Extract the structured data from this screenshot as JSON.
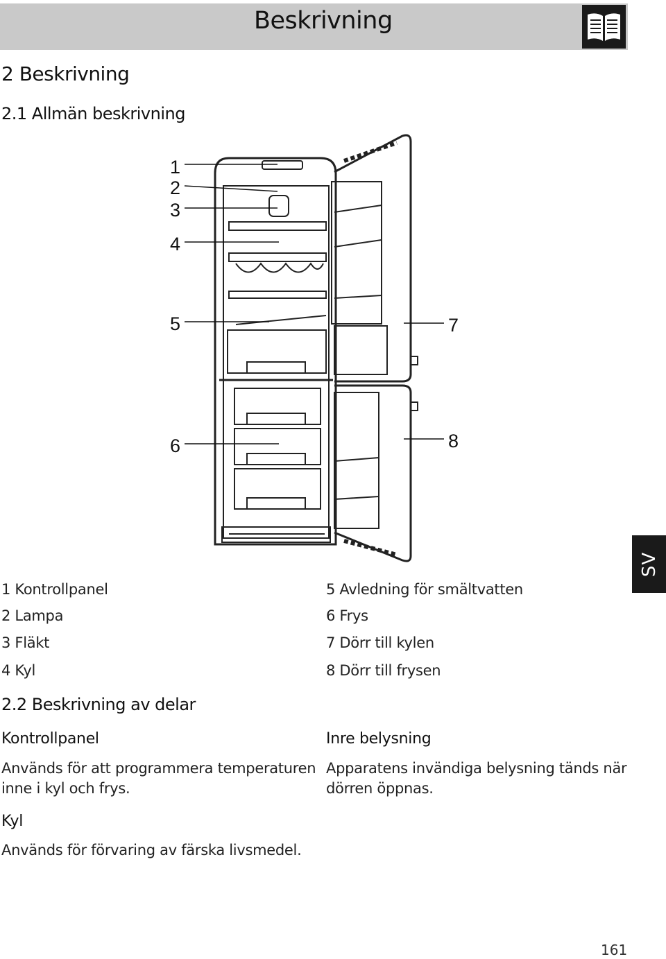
{
  "header": {
    "title": "Beskrivning",
    "icon": "book-icon"
  },
  "heading1": "2 Beskrivning",
  "section1": {
    "title": "2.1 Allmän beskrivning"
  },
  "diagram": {
    "callouts": [
      "1",
      "2",
      "3",
      "4",
      "5",
      "6",
      "7",
      "8"
    ]
  },
  "legend": {
    "left": [
      "1 Kontrollpanel",
      "2 Lampa",
      "3 Fläkt",
      "4 Kyl"
    ],
    "right": [
      "5 Avledning för smältvatten",
      "6 Frys",
      "7 Dörr till kylen",
      "8 Dörr till frysen"
    ]
  },
  "section2": {
    "title": "2.2 Beskrivning av delar",
    "kontrollpanel": {
      "title": "Kontrollpanel",
      "lines": [
        "Används för att programmera temperaturen",
        "inne i kyl och frys."
      ]
    },
    "inre_belysning": {
      "title": "Inre belysning",
      "lines": [
        "Apparatens invändiga belysning tänds när",
        "dörren öppnas."
      ]
    },
    "kyl": {
      "title": "Kyl",
      "lines": [
        "Används för förvaring av färska livsmedel."
      ]
    }
  },
  "language_tab": "SV",
  "page_number": "161"
}
